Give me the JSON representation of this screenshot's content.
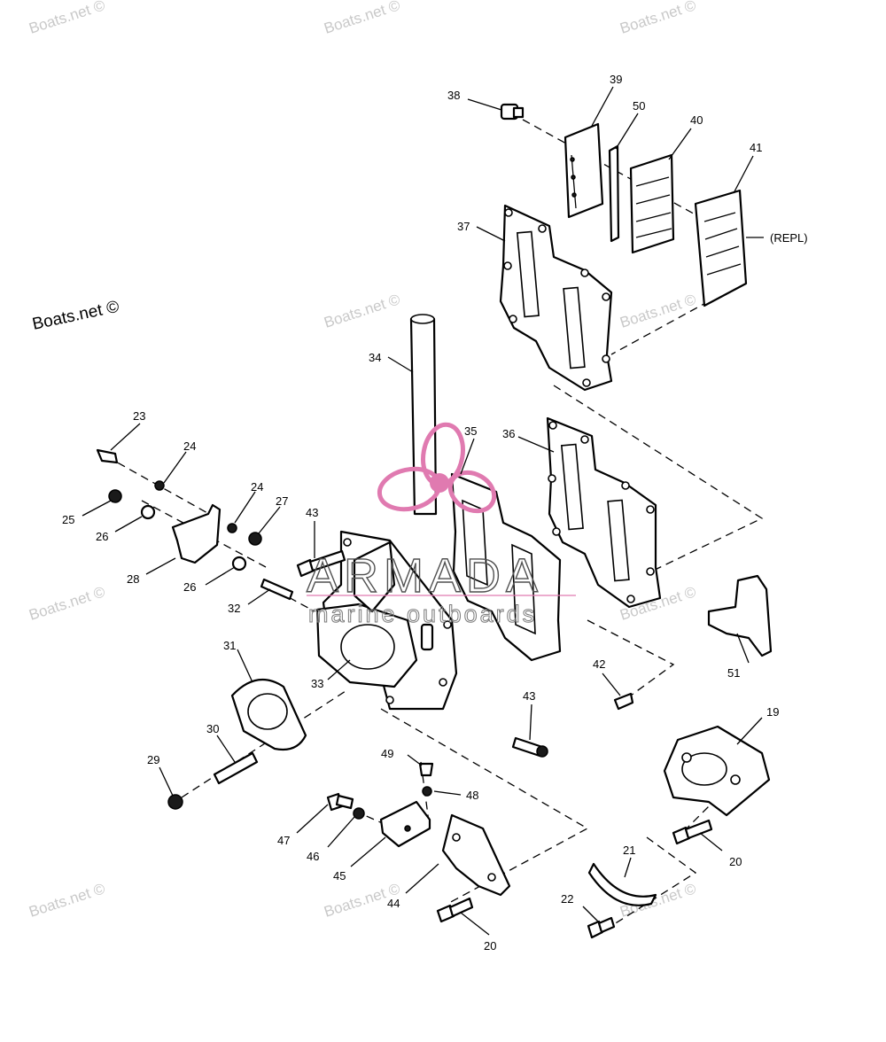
{
  "watermarks": {
    "boats_net": "Boats.net ©",
    "brand_name": "ARMADA",
    "brand_tagline": "marine outboards"
  },
  "callouts": {
    "c19": "19",
    "c20a": "20",
    "c20b": "20",
    "c21": "21",
    "c22": "22",
    "c23": "23",
    "c24a": "24",
    "c24b": "24",
    "c25": "25",
    "c26a": "26",
    "c26b": "26",
    "c27": "27",
    "c28": "28",
    "c29": "29",
    "c30": "30",
    "c31": "31",
    "c32": "32",
    "c33": "33",
    "c34": "34",
    "c35": "35",
    "c36": "36",
    "c37": "37",
    "c38": "38",
    "c39": "39",
    "c40": "40",
    "c41": "41",
    "c42": "42",
    "c43a": "43",
    "c43b": "43",
    "c44": "44",
    "c45": "45",
    "c46": "46",
    "c47": "47",
    "c48": "48",
    "c49": "49",
    "c50": "50",
    "c51": "51"
  },
  "notes": {
    "repl": "(REPL)"
  },
  "colors": {
    "line": "#000000",
    "watermark": "#c9c9c9",
    "brand_pink": "#e07ab0"
  }
}
